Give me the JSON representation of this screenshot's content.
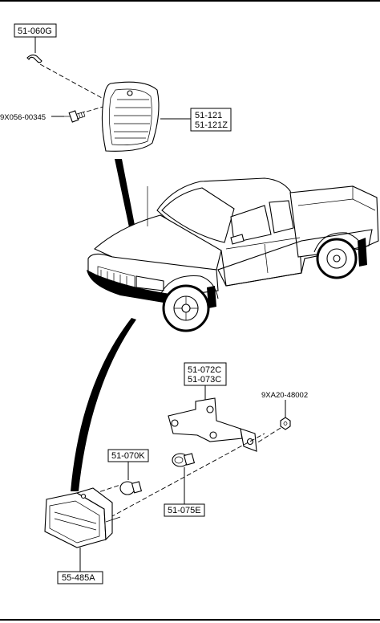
{
  "labels": {
    "clip": "51-060G",
    "screw": "9X056-00345",
    "lamp_line1": "51-121",
    "lamp_line2": "51-121Z",
    "bracket_line1": "51-072C",
    "bracket_line2": "51-073C",
    "nut": "9XA20-48002",
    "bulb": "51-070K",
    "socket": "51-075E",
    "fog_lamp": "55-485A"
  }
}
